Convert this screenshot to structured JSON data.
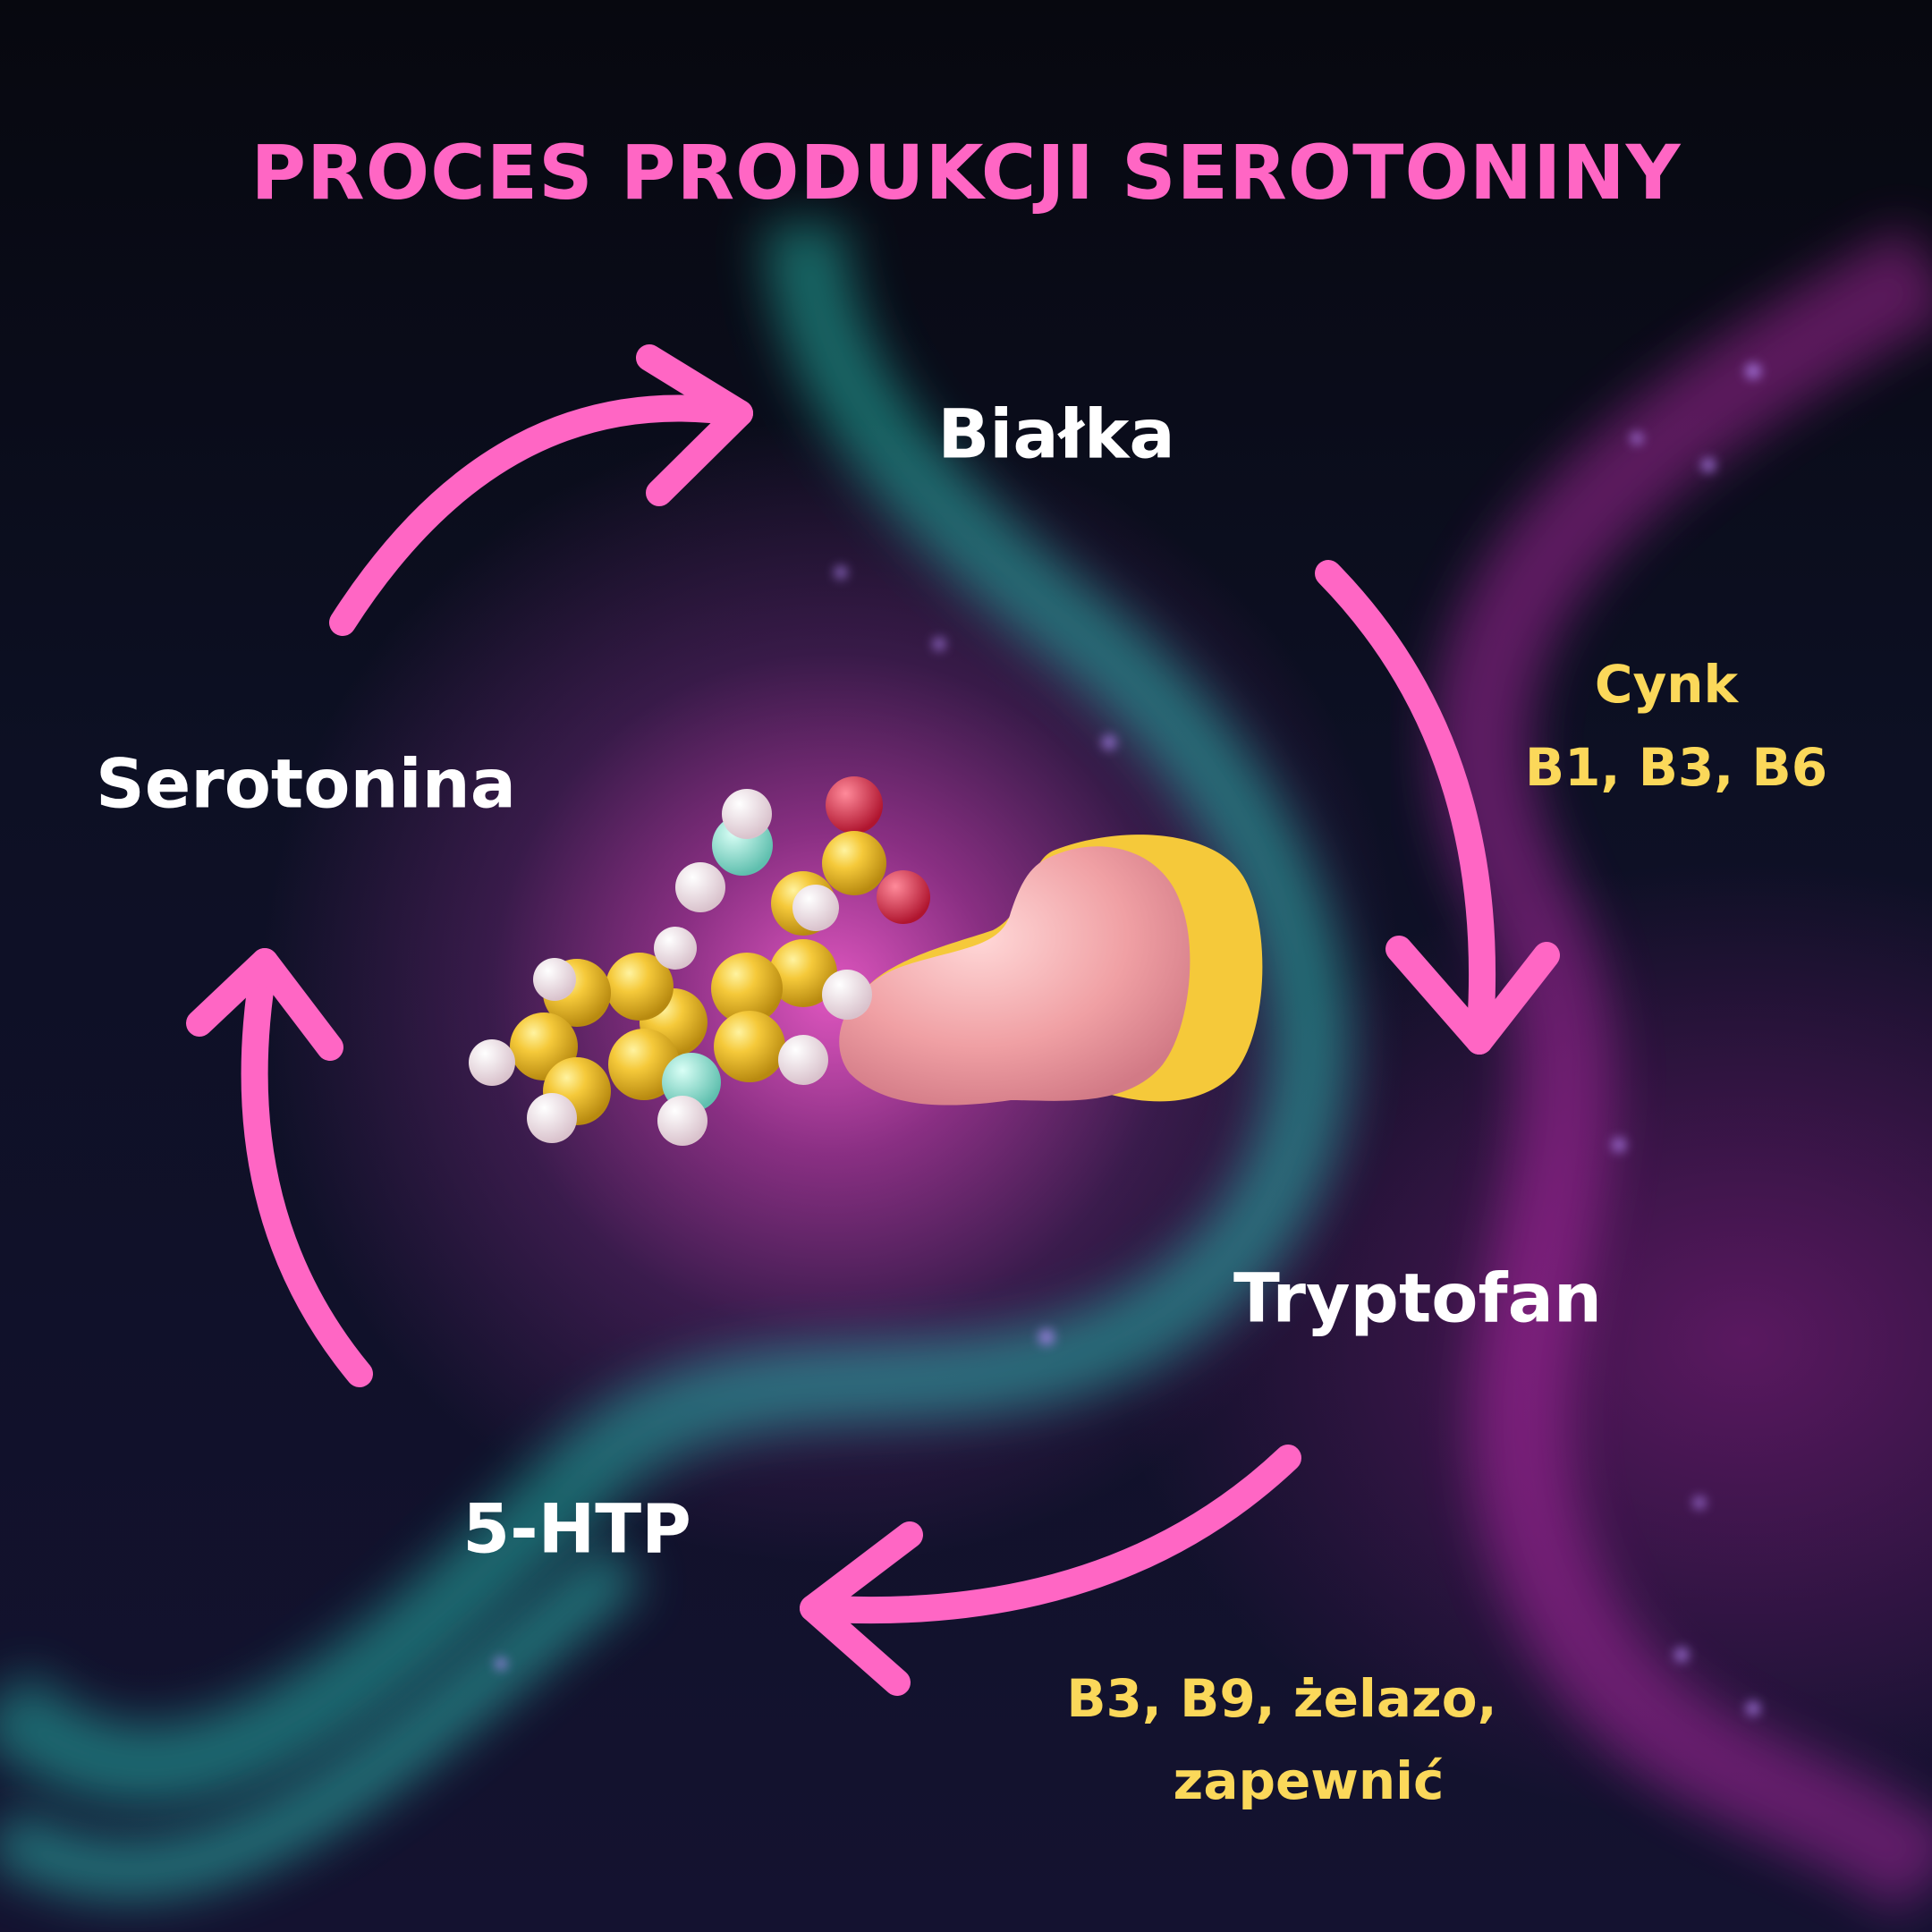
{
  "title": "PROCES PRODUKCJI SEROTONINY",
  "nodes": {
    "bialka": "Białka",
    "tryptofan": "Tryptofan",
    "htp": "5-HTP",
    "serotonina": "Serotonina"
  },
  "cofactors": {
    "bialka_to_tryptofan": [
      "Cynk",
      "B1, B3, B6"
    ],
    "tryptofan_to_htp": [
      "B3, B9, żelazo,",
      "zapewnić"
    ]
  },
  "colors": {
    "title": "#ff66c4",
    "arrows": "#ff66c4",
    "node_text": "#ffffff",
    "cofactor_text": "#fbd85a",
    "background": "#0b0c1c"
  },
  "icons": [
    "molecule-illustration",
    "cycle-arrows"
  ]
}
